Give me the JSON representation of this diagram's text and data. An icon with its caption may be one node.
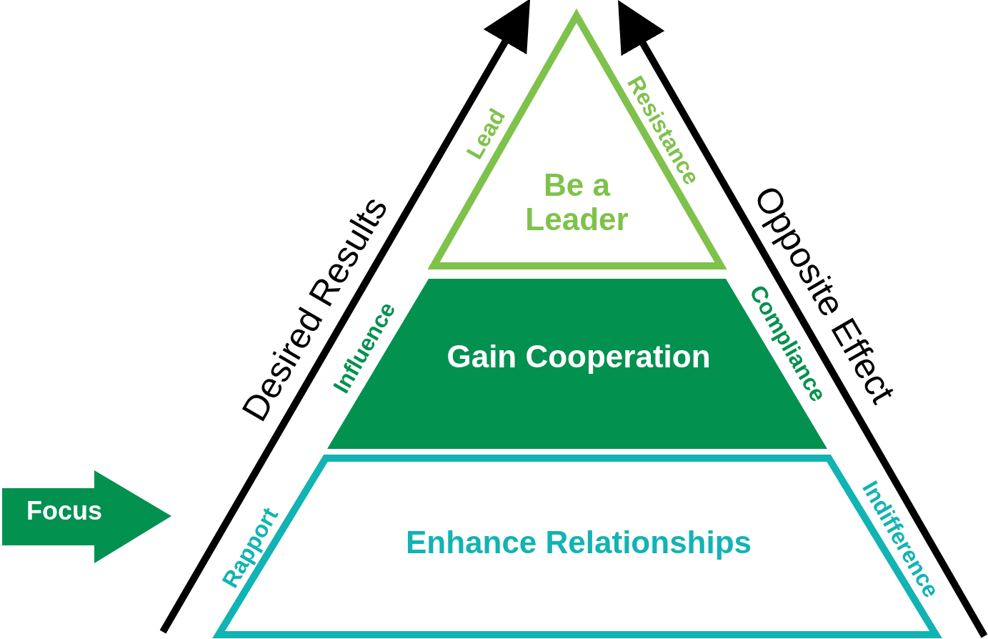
{
  "diagram": {
    "nodes": [
      {
        "text": [
          "Be a Leader"
        ],
        "beside": [
          "Lead",
          "Resistance"
        ]
      },
      {
        "text": [
          "Gain Cooperation"
        ],
        "beside": [
          "Influence",
          "Compliance"
        ]
      },
      {
        "text": [
          "Enhance Relationships"
        ],
        "beside": [
          "Rapport",
          "Indifference"
        ]
      },
      {
        "text": [
          "Focus"
        ]
      }
    ],
    "edges": [],
    "labels": [
      "Desired Results",
      "Opposite Effect"
    ]
  }
}
